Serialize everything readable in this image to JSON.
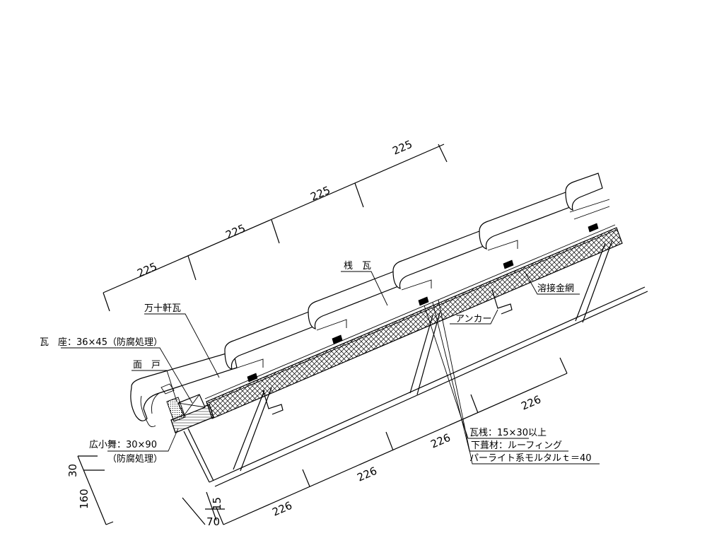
{
  "labels": {
    "sangawara": "桟　瓦",
    "manjyu": "万十軒瓦",
    "kawaraza": "瓦　座：36×45（防腐処理）",
    "mendo": "面　戸",
    "hirokomai": "広小舞：30×90",
    "hirokomai_note": "（防腐処理）",
    "yosetsu": "溶接金網",
    "anchor": "アンカー",
    "kawarasan": "瓦桟：15×30以上",
    "shitabuki": "下葺材：ルーフィング",
    "perlite": "パーライト系モルタルｔ＝40"
  },
  "dimensions": {
    "top": [
      "225",
      "225",
      "225",
      "225"
    ],
    "bottom": [
      "226",
      "226",
      "226",
      "226"
    ],
    "side_30": "30",
    "side_160": "160",
    "side_15": "15",
    "side_70": "70"
  },
  "colors": {
    "line": "#000000",
    "background": "#ffffff"
  }
}
